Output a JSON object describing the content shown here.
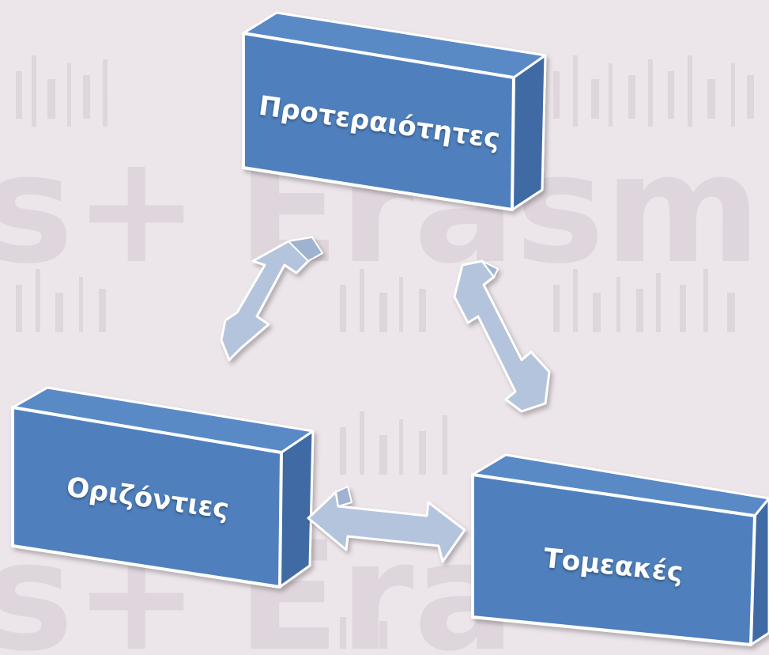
{
  "diagram": {
    "nodes": [
      {
        "id": "priorities",
        "label": "Προτεραιότητες"
      },
      {
        "id": "horizontal",
        "label": "Οριζόντιες"
      },
      {
        "id": "sectoral",
        "label": "Τομεακές"
      }
    ],
    "connections": [
      {
        "from": "priorities",
        "to": "horizontal",
        "type": "bidirectional"
      },
      {
        "from": "priorities",
        "to": "sectoral",
        "type": "bidirectional"
      },
      {
        "from": "horizontal",
        "to": "sectoral",
        "type": "bidirectional"
      }
    ]
  },
  "watermark": {
    "text": "Erasmus+"
  },
  "colors": {
    "background": "#ece5ea",
    "box_front": "#4f80bd",
    "box_side": "#3f6aa3",
    "box_border": "#ffffff",
    "arrow_fill": "#b4c4dc",
    "watermark": "#ddd4da"
  }
}
